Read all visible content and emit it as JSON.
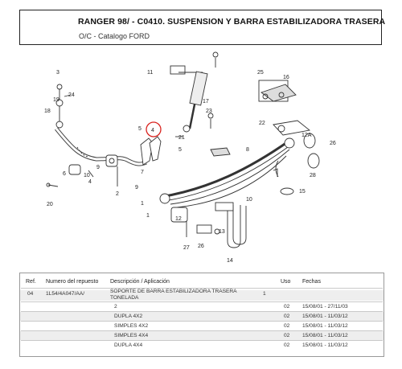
{
  "header": {
    "title": "RANGER 98/ - C0410. SUSPENSION Y BARRA ESTABILIZADORA TRASERA",
    "subtitle": "O/C - Catalogo FORD"
  },
  "diagram": {
    "callouts": [
      "1",
      "2",
      "3",
      "4",
      "5",
      "6",
      "7",
      "8",
      "9",
      "10",
      "11",
      "12",
      "12A",
      "13",
      "14",
      "15",
      "16",
      "17",
      "18",
      "19",
      "20",
      "21",
      "22",
      "23",
      "24",
      "25",
      "26",
      "27",
      "28"
    ],
    "highlighted_callout": "4",
    "highlight_color": "#d9231f"
  },
  "table": {
    "headers": [
      "Ref.",
      "Numero del repuesto",
      "Descripción / Aplicación",
      "Uso",
      "Fechas"
    ],
    "rows": [
      {
        "ref": "04",
        "part": "1L54/4A047/AA/",
        "desc": "SOPORTE DE BARRA ESTABILIZADORA TRASERA TONELADA",
        "qty": "1",
        "uso": "",
        "fechas": ""
      },
      {
        "ref": "",
        "part": "",
        "desc": "2",
        "qty": "",
        "uso": "02",
        "fechas": "15/08/01 - 27/11/03"
      },
      {
        "ref": "",
        "part": "",
        "desc": "DUPLA 4X2",
        "qty": "",
        "uso": "02",
        "fechas": "15/08/01 - 11/03/12"
      },
      {
        "ref": "",
        "part": "",
        "desc": "SIMPLES 4X2",
        "qty": "",
        "uso": "02",
        "fechas": "15/08/01 - 11/03/12"
      },
      {
        "ref": "",
        "part": "",
        "desc": "SIMPLES 4X4",
        "qty": "",
        "uso": "02",
        "fechas": "15/08/01 - 11/03/12"
      },
      {
        "ref": "",
        "part": "",
        "desc": "DUPLA 4X4",
        "qty": "",
        "uso": "02",
        "fechas": "15/08/01 - 11/03/12"
      }
    ]
  }
}
